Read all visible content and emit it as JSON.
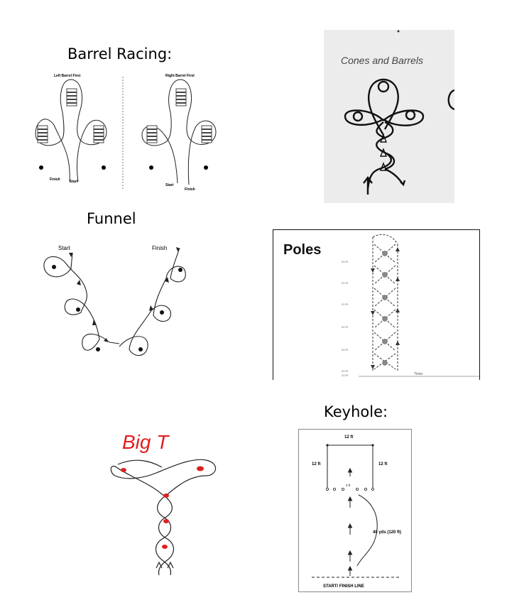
{
  "barrel": {
    "title": "Barrel Racing:",
    "left_caption": "Left Barrel First",
    "right_caption": "Right Barrel First",
    "left_finish": "Finish",
    "left_start": "Start",
    "right_start": "Start",
    "right_finish": "Finish"
  },
  "cones": {
    "title": "Cones and Barrels"
  },
  "funnel": {
    "title": "Funnel",
    "start": "Start",
    "finish": "Finish"
  },
  "poles": {
    "title": "Poles",
    "distances": [
      "21 Ft",
      "21 Ft",
      "21 Ft",
      "21 Ft",
      "21 Ft",
      "21 Ft"
    ],
    "bottom_distance": "21 Ft",
    "timer": "Timer"
  },
  "bigt": {
    "title": "Big T",
    "title_color": "#e21f1f",
    "marker_color": "#e0201f"
  },
  "keyhole": {
    "title": "Keyhole:",
    "top": "12 ft",
    "left": "12 ft",
    "right": "12 ft",
    "gap": "4 ft",
    "distance": "40 yds (120 ft)",
    "line": "START/ FINISH LINE"
  }
}
